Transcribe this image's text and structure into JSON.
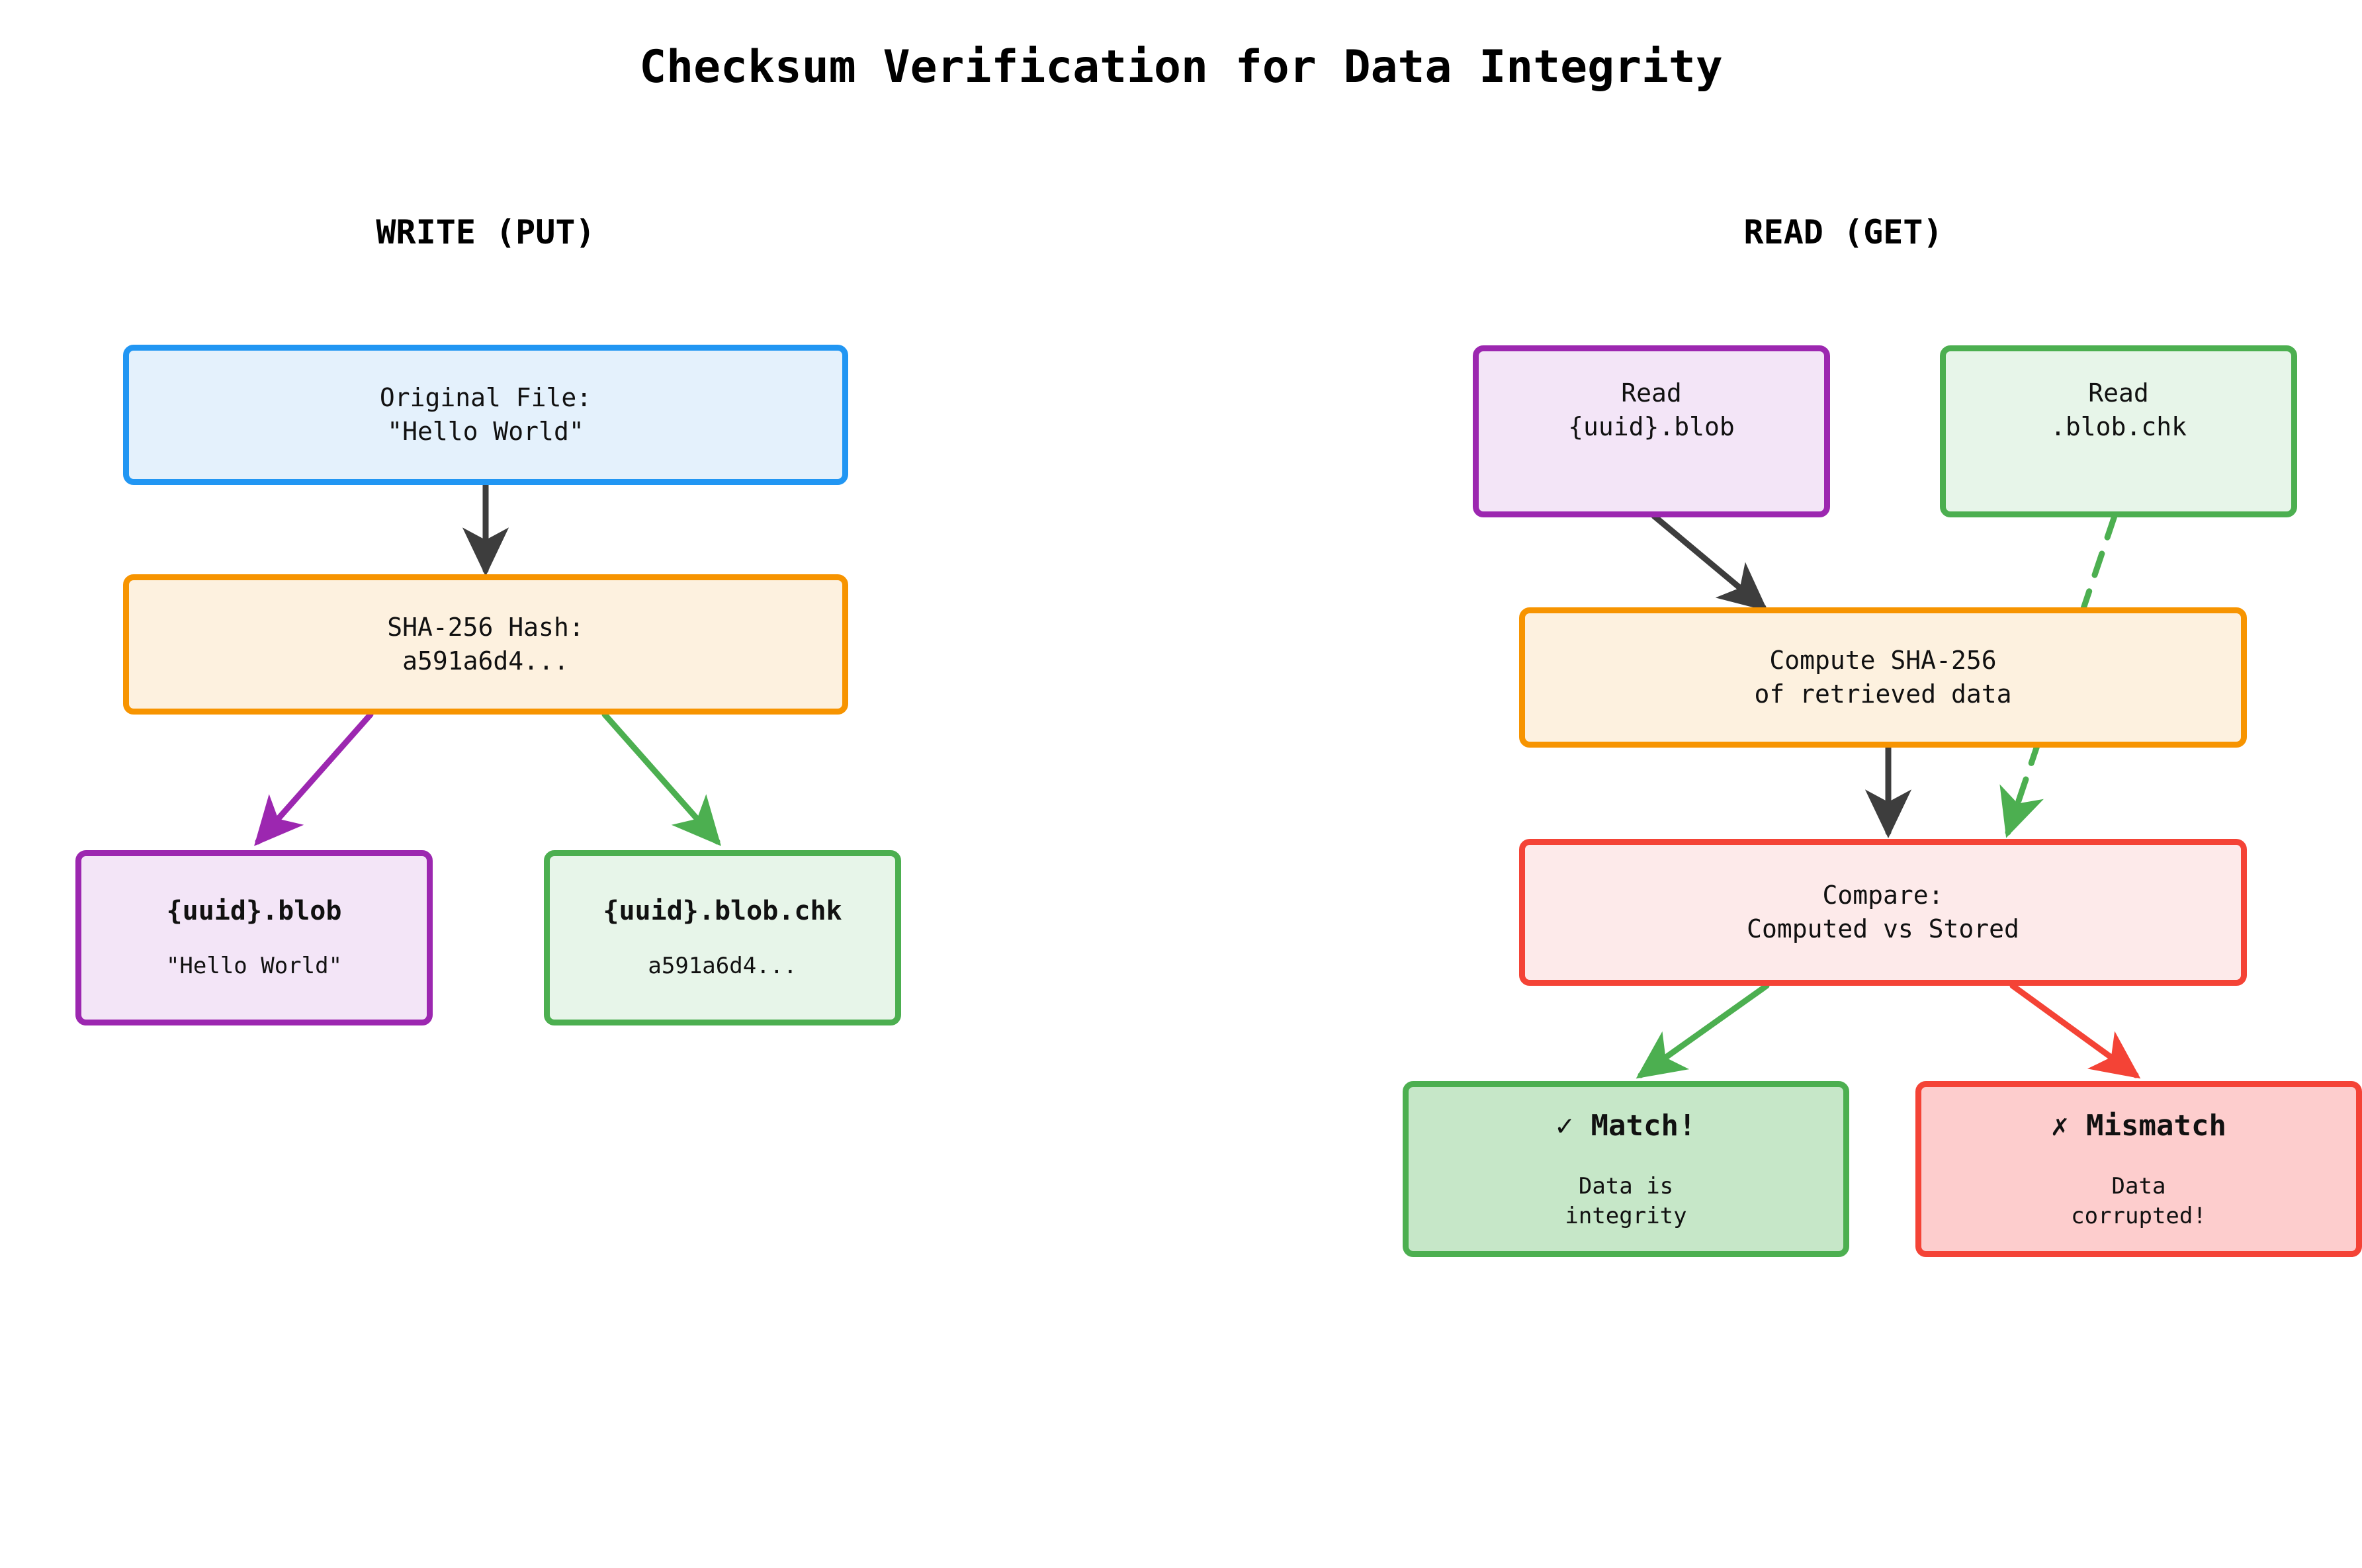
{
  "title": "Checksum Verification for Data Integrity",
  "lanes": [
    {
      "label": "WRITE (PUT)"
    },
    {
      "label": "READ (GET)"
    }
  ],
  "colors": {
    "blue_border": "#2196f3",
    "blue_fill": "#e4f1fc",
    "orange_border": "#f79400",
    "orange_fill": "#fdf1df",
    "purple_border": "#9c27b0",
    "purple_fill": "#f3e5f7",
    "green_border": "#4caf50",
    "green_fill": "#e7f5e9",
    "green_solid_fill": "#c6e7c8",
    "red_border": "#f44336",
    "red_fill": "#fdeaea",
    "red_solid_fill": "#fdcdcd",
    "arrow_default": "#3d3d3d"
  },
  "write_nodes": {
    "original_file": {
      "line1": "Original File:",
      "line2": "\"Hello World\""
    },
    "sha_hash": {
      "line1": "SHA-256 Hash:",
      "line2": "a591a6d4..."
    },
    "blob": {
      "title": "{uuid}.blob",
      "sub": "\"Hello World\""
    },
    "chk": {
      "title": "{uuid}.blob.chk",
      "sub": "a591a6d4..."
    }
  },
  "read_nodes": {
    "read_blob": {
      "line1": "Read",
      "line2": "{uuid}.blob"
    },
    "read_chk": {
      "line1": "Read",
      "line2": ".blob.chk"
    },
    "compute": {
      "line1": "Compute SHA-256",
      "line2": "of retrieved data"
    },
    "compare": {
      "line1": "Compare:",
      "line2": "Computed vs Stored"
    },
    "match": {
      "title": "✓ Match!",
      "sub1": "Data is",
      "sub2": "integrity"
    },
    "mismatch": {
      "title": "✗ Mismatch",
      "sub1": "Data",
      "sub2": "corrupted!"
    }
  },
  "edges": [
    {
      "name": "original-to-hash",
      "color": "#3d3d3d",
      "style": "solid"
    },
    {
      "name": "hash-to-blob",
      "color": "#9c27b0",
      "style": "solid"
    },
    {
      "name": "hash-to-chk",
      "color": "#4caf50",
      "style": "solid"
    },
    {
      "name": "readblob-to-compute",
      "color": "#3d3d3d",
      "style": "solid"
    },
    {
      "name": "readchk-to-compare",
      "color": "#4caf50",
      "style": "dashed"
    },
    {
      "name": "compute-to-compare",
      "color": "#3d3d3d",
      "style": "solid"
    },
    {
      "name": "compare-to-match",
      "color": "#4caf50",
      "style": "solid"
    },
    {
      "name": "compare-to-mismatch",
      "color": "#f44336",
      "style": "solid"
    }
  ]
}
